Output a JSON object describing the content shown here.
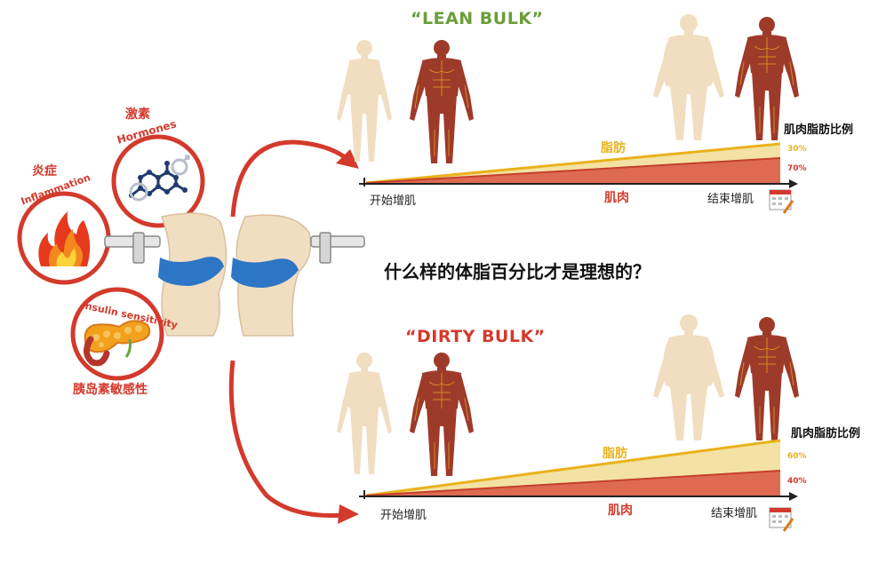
{
  "left_panel": {
    "hormones": {
      "cn": "激素",
      "en": "Hormones",
      "icon": "molecule-icon"
    },
    "inflammation": {
      "cn": "炎症",
      "en": "Inflammation",
      "icon": "flame-icon"
    },
    "insulin": {
      "cn": "胰岛素敏感性",
      "en": "Insulin sensitivity",
      "icon": "pancreas-icon"
    }
  },
  "question": "什么样的体脂百分比才是理想的？",
  "lean_bulk": {
    "title": "“LEAN BULK”",
    "fat_label": "脂肪",
    "muscle_label": "肌肉",
    "start_label": "开始增肌",
    "end_label": "结束增肌",
    "ratio_label": "肌肉脂肪比例",
    "fat_pct": "30%",
    "muscle_pct": "70%"
  },
  "dirty_bulk": {
    "title": "“DIRTY BULK”",
    "fat_label": "脂肪",
    "muscle_label": "肌肉",
    "start_label": "开始增肌",
    "end_label": "结束增肌",
    "ratio_label": "肌肉脂肪比例",
    "fat_pct": "60%",
    "muscle_pct": "40%"
  },
  "colors": {
    "red": "#d33a2c",
    "green": "#6a9e3a",
    "yellow": "#e9b21c",
    "fat_fill": "#f3e2a4",
    "muscle_fill": "#de6a52",
    "skin": "#f1ddc0",
    "body_muscle": "#9e3a2a",
    "short_blue": "#2d76c6"
  }
}
